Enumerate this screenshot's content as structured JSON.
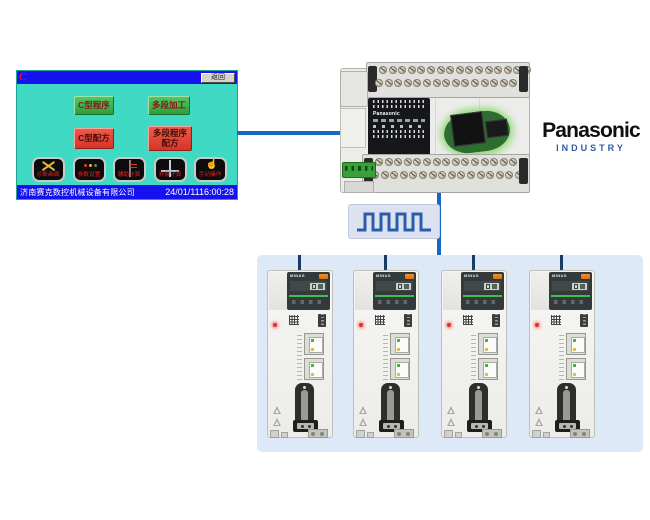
{
  "hmi": {
    "logo_text": "C",
    "title_bar": {
      "return_label": "返回"
    },
    "nav_buttons": [
      {
        "label": "C型程序",
        "color": "green"
      },
      {
        "label": "多段加工",
        "color": "green"
      },
      {
        "label": "C型配方",
        "color": "red"
      },
      {
        "label": "多段程序\n配方",
        "color": "red"
      }
    ],
    "toolbar": [
      {
        "label": "诊断画面",
        "icon": "tools-icon"
      },
      {
        "label": "参数设置",
        "icon": "control-panel-icon"
      },
      {
        "label": "辅助计算",
        "icon": "calculator-icon"
      },
      {
        "label": "补偿计算",
        "icon": "laptop-icon"
      },
      {
        "label": "手动操作",
        "icon": "hand-icon"
      }
    ],
    "status_bar": {
      "company": "济南赛克数控机械设备有限公司",
      "datetime": "24/01/1116:00:28"
    }
  },
  "plc": {
    "brand": "Panasonic"
  },
  "brand_logo": {
    "name": "Panasonic",
    "subtitle": "INDUSTRY"
  },
  "servo_panel": {
    "drives": [
      {
        "brand": "MINAS"
      },
      {
        "brand": "MINAS"
      },
      {
        "brand": "MINAS"
      },
      {
        "brand": "MINAS"
      }
    ]
  },
  "colors": {
    "hmi_background": "#3fd9c4",
    "hmi_bar_blue": "#1512ef",
    "button_green": "#2d9f3d",
    "button_red": "#d63428",
    "connection_line_blue": "#1568c8",
    "drop_line_navy": "#1c3a66",
    "servo_panel_blue": "#dde9f6",
    "logo_subtitle_blue": "#2a5da8",
    "pulse_wave_blue": "#2d5cae"
  }
}
